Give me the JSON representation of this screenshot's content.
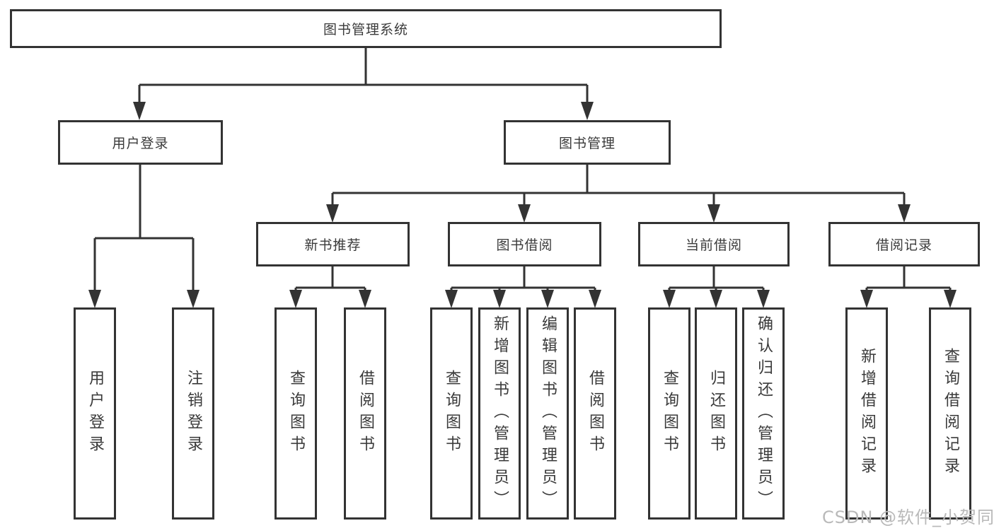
{
  "nodes": {
    "root": {
      "label": "图书管理系统"
    },
    "level2": [
      {
        "label": "用户登录"
      },
      {
        "label": "图书管理"
      }
    ],
    "level3": [
      {
        "label": "新书推荐",
        "parent": "图书管理"
      },
      {
        "label": "图书借阅",
        "parent": "图书管理"
      },
      {
        "label": "当前借阅",
        "parent": "图书管理"
      },
      {
        "label": "借阅记录",
        "parent": "图书管理"
      }
    ],
    "leaves": [
      {
        "label": "用户登录",
        "parent": "用户登录"
      },
      {
        "label": "注销登录",
        "parent": "用户登录"
      },
      {
        "label": "查询图书",
        "parent": "新书推荐"
      },
      {
        "label": "借阅图书",
        "parent": "新书推荐"
      },
      {
        "label": "查询图书",
        "parent": "图书借阅"
      },
      {
        "label": "新增图书（管理员）",
        "parent": "图书借阅"
      },
      {
        "label": "编辑图书（管理员）",
        "parent": "图书借阅"
      },
      {
        "label": "借阅图书",
        "parent": "图书借阅"
      },
      {
        "label": "查询图书",
        "parent": "当前借阅"
      },
      {
        "label": "归还图书",
        "parent": "当前借阅"
      },
      {
        "label": "确认归还（管理员）",
        "parent": "当前借阅"
      },
      {
        "label": "新增借阅记录",
        "parent": "借阅记录"
      },
      {
        "label": "查询借阅记录",
        "parent": "借阅记录"
      }
    ]
  },
  "watermark": {
    "text": "CSDN @软件_小贺同学"
  },
  "colors": {
    "line": "#333333",
    "text": "#3a3a3a",
    "watermark": "#b9b9b9",
    "background": "#ffffff"
  }
}
